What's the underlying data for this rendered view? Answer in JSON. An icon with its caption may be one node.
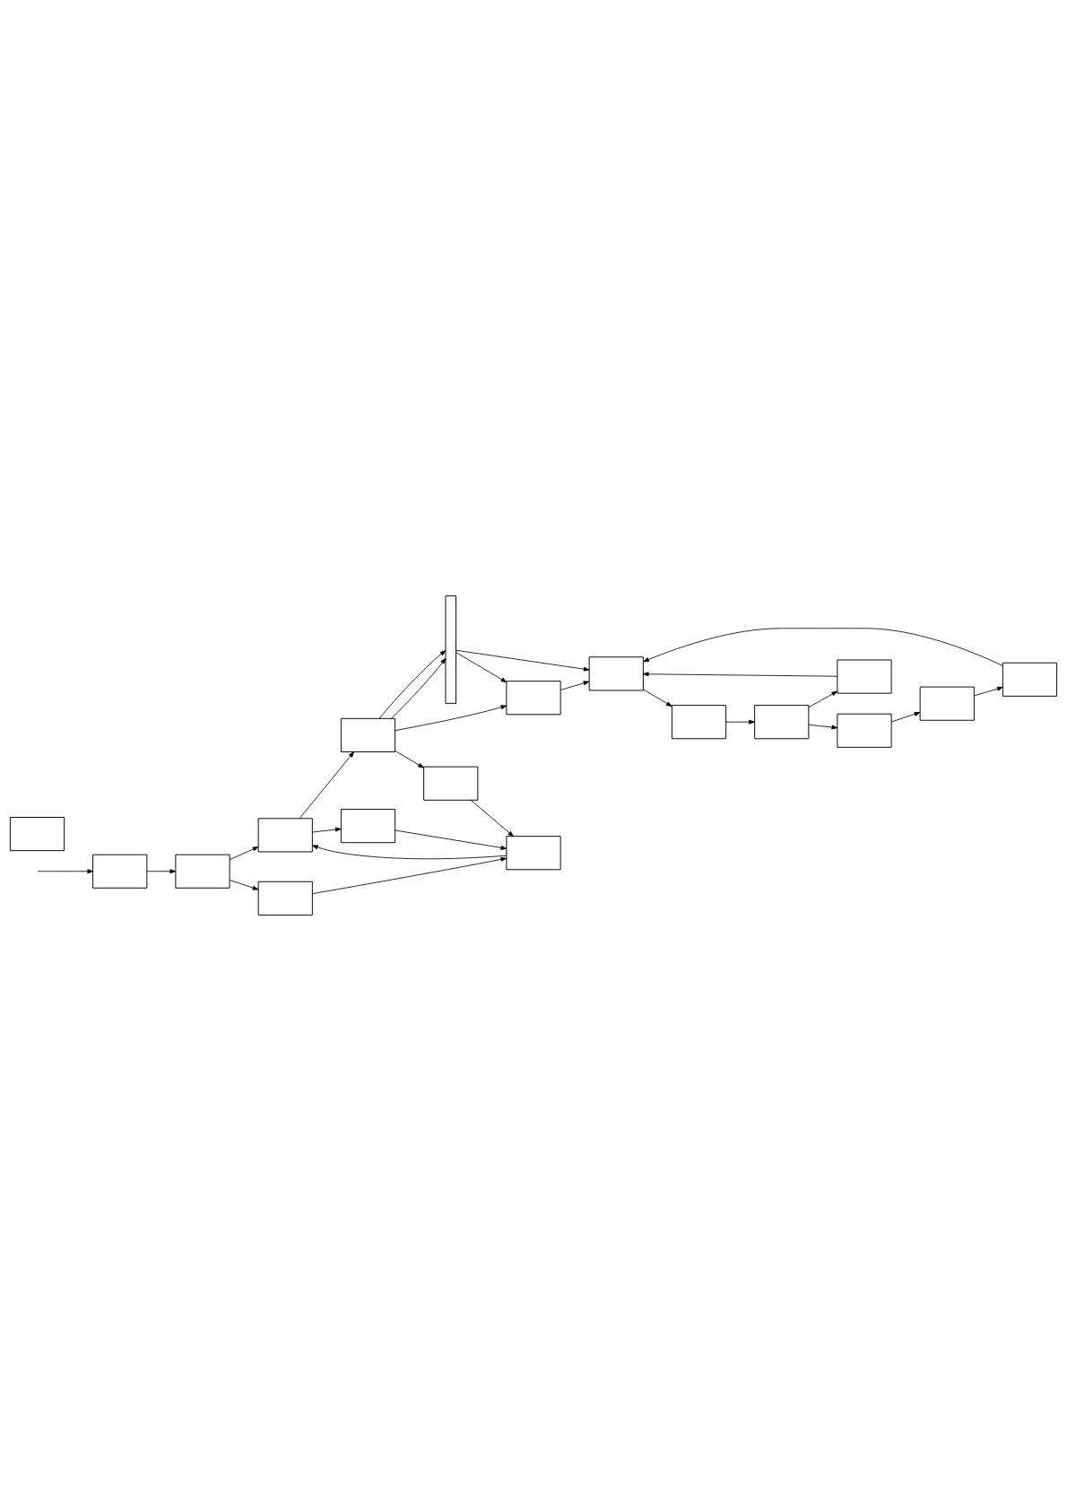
{
  "diagram": {
    "nodes": [
      {
        "text": [],
        "shape": "box"
      },
      {
        "text": [],
        "shape": "box"
      },
      {
        "text": [],
        "shape": "box"
      },
      {
        "text": [],
        "shape": "box"
      },
      {
        "text": [],
        "shape": "box"
      },
      {
        "text": [],
        "shape": "box"
      },
      {
        "text": [],
        "shape": "box"
      },
      {
        "text": [],
        "shape": "box"
      },
      {
        "text": [],
        "shape": "box"
      },
      {
        "text": [],
        "shape": "bar"
      },
      {
        "text": [],
        "shape": "box"
      },
      {
        "text": [],
        "shape": "box"
      },
      {
        "text": [],
        "shape": "box"
      },
      {
        "text": [],
        "shape": "box"
      },
      {
        "text": [],
        "shape": "box"
      },
      {
        "text": [],
        "shape": "box"
      },
      {
        "text": [],
        "shape": "box"
      },
      {
        "text": [],
        "shape": "box"
      }
    ],
    "edges": [
      {
        "from": null,
        "to": 0,
        "arrow": "to"
      },
      {
        "from": 0,
        "to": 1,
        "arrow": "to"
      },
      {
        "from": 1,
        "to": 2,
        "arrow": "to"
      },
      {
        "from": 2,
        "to": 3,
        "arrow": "to"
      },
      {
        "from": 1,
        "to": 5,
        "arrow": "to"
      },
      {
        "from": 5,
        "to": 6,
        "arrow": "to"
      },
      {
        "from": 6,
        "to": 2,
        "arrow": "to"
      },
      {
        "from": 7,
        "to": 6,
        "arrow": "to"
      },
      {
        "from": 8,
        "to": 6,
        "arrow": "to"
      },
      {
        "from": 2,
        "to": 7,
        "arrow": "to"
      },
      {
        "from": 3,
        "to": 8,
        "arrow": "to"
      },
      {
        "from": 3,
        "to": 9,
        "arrow": "to"
      },
      {
        "from": 3,
        "to": 9,
        "arrow": "to"
      },
      {
        "from": 3,
        "to": 17,
        "arrow": "to"
      },
      {
        "from": 9,
        "to": 17,
        "arrow": "to"
      },
      {
        "from": 9,
        "to": 16,
        "arrow": "to"
      },
      {
        "from": 17,
        "to": 16,
        "arrow": "to"
      },
      {
        "from": 16,
        "to": 13,
        "arrow": "to"
      },
      {
        "from": 13,
        "to": 12,
        "arrow": "to"
      },
      {
        "from": 12,
        "to": 11,
        "arrow": "to"
      },
      {
        "from": 12,
        "to": 15,
        "arrow": "to"
      },
      {
        "from": 11,
        "to": 10,
        "arrow": "to"
      },
      {
        "from": 10,
        "to": 14,
        "arrow": "to"
      },
      {
        "from": 14,
        "to": 16,
        "arrow": "to"
      },
      {
        "from": 15,
        "to": 16,
        "arrow": "to"
      }
    ]
  }
}
